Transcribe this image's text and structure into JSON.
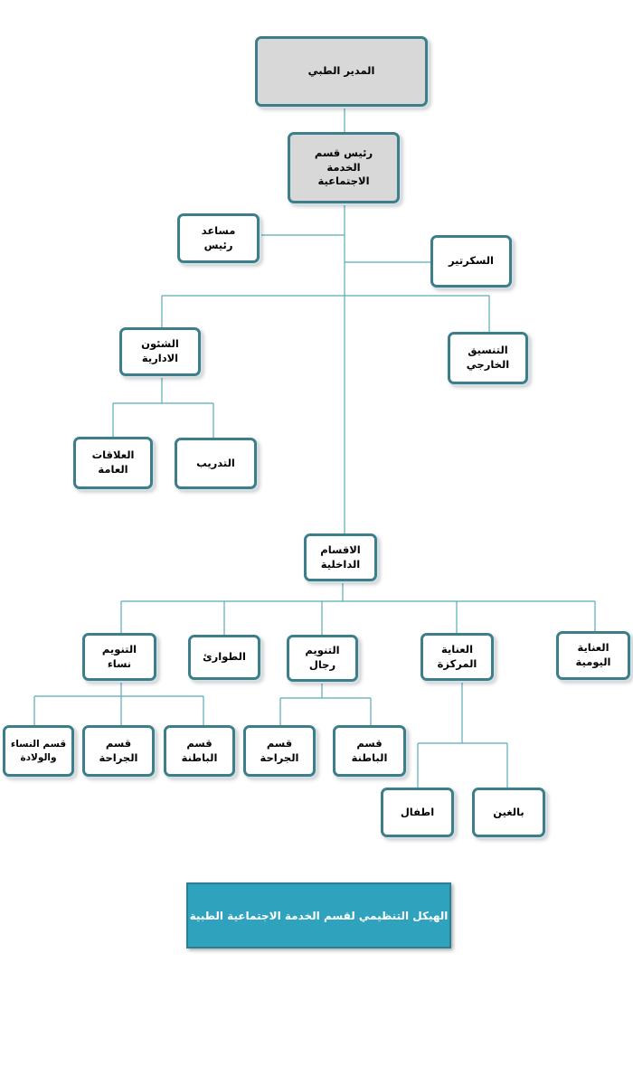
{
  "colors": {
    "border": "#3d7e8b",
    "connector": "#5aaab8",
    "highlight_fill": "#d8d8d8",
    "title_fill": "#2fa2bd"
  },
  "nodes": {
    "medical_director": "المدير الطبي",
    "social_service_head": "رئيس قسم\nالخدمة\nالاجتماعية",
    "assistant_head": "مساعد\nرئيس",
    "secretary": "السكرتير",
    "administrative_affairs": "الشئون\nالادارية",
    "external_coordination": "التنسيق\nالخارجي",
    "public_relations": "العلاقات\nالعامة",
    "training": "التدريب",
    "internal_departments": "الاقسام\nالداخلية",
    "women_inpatient": "التنويم\nنساء",
    "emergency": "الطوارئ",
    "men_inpatient": "التنويم\nرجال",
    "intensive_care": "العناية\nالمركزة",
    "day_care": "العناية\nاليومية",
    "obgyn_dept": "قسم النساء\nوالولادة",
    "women_surgery_dept": "قسم\nالجراحة",
    "women_internal_dept": "قسم\nالباطنة",
    "men_surgery_dept": "قسم\nالجراحة",
    "men_internal_dept": "قسم\nالباطنة",
    "children": "اطفال",
    "adults": "بالغين"
  },
  "title": "الهيكل التنظيمي لقسم الخدمة الاجتماعية الطبية"
}
